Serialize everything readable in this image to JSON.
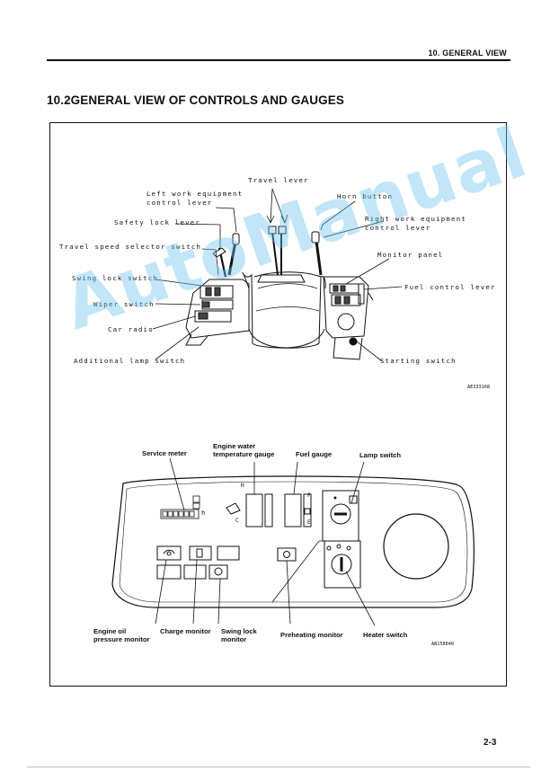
{
  "header": {
    "section": "10. GENERAL VIEW"
  },
  "title": "10.2GENERAL VIEW OF CONTROLS AND GAUGES",
  "figure_top": {
    "labels": {
      "travel_lever": "Travel lever",
      "left_work_equipment_1": "Left work equipment",
      "left_work_equipment_2": "control lever",
      "horn_button": "Horn button",
      "right_work_equipment_1": "Right work equipment",
      "right_work_equipment_2": "control lever",
      "safety_lock_lever": "Safety lock lever",
      "travel_speed_selector": "Travel speed selector switch",
      "monitor_panel": "Monitor panel",
      "swing_lock_switch": "Swing lock switch",
      "fuel_control_lever": "Fuel control lever",
      "wiper_switch": "Wiper switch",
      "car_radio": "Car radio",
      "additional_lamp_switch": "Additional lamp switch",
      "starting_switch": "Starting switch"
    },
    "code": "AE333168"
  },
  "figure_bottom": {
    "labels": {
      "service_meter": "Service meter",
      "engine_water_1": "Engine water",
      "engine_water_2": "temperature gauge",
      "fuel_gauge": "Fuel gauge",
      "lamp_switch": "Lamp switch",
      "engine_oil_1": "Engine oil",
      "engine_oil_2": "pressure monitor",
      "charge_monitor": "Charge monitor",
      "swing_lock_monitor_1": "Swing lock",
      "swing_lock_monitor_2": "monitor",
      "preheating_monitor": "Preheating monitor",
      "heater_switch": "Heater switch"
    },
    "gauge_letters": {
      "h": "H",
      "c": "C",
      "f": "F",
      "e": "E",
      "hour_unit": "h"
    },
    "code": "AN158840"
  },
  "watermark": "AutoManual",
  "page_number": "2-3",
  "icons": [
    "seat-illustration",
    "lever-icon",
    "gauge-icon",
    "dial-icon"
  ]
}
